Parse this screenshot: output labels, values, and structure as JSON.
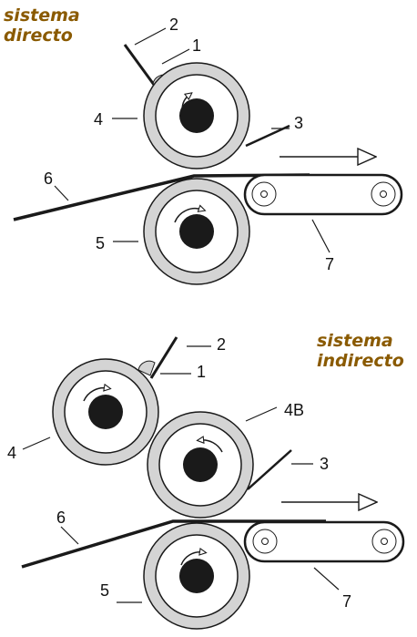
{
  "colors": {
    "title": "#8a5a00",
    "roller_fill": "#d4d4d4",
    "stroke": "#1a1a1a"
  },
  "direct": {
    "title_line1": "sistema",
    "title_line2": "directo",
    "labels": {
      "l1": "1",
      "l2": "2",
      "l3": "3",
      "l4": "4",
      "l5": "5",
      "l6": "6",
      "l7": "7"
    }
  },
  "indirect": {
    "title_line1": "sistema",
    "title_line2": "indirecto",
    "labels": {
      "l1": "1",
      "l2": "2",
      "l3": "3",
      "l4": "4",
      "l4b": "4B",
      "l5": "5",
      "l6": "6",
      "l7": "7"
    }
  }
}
